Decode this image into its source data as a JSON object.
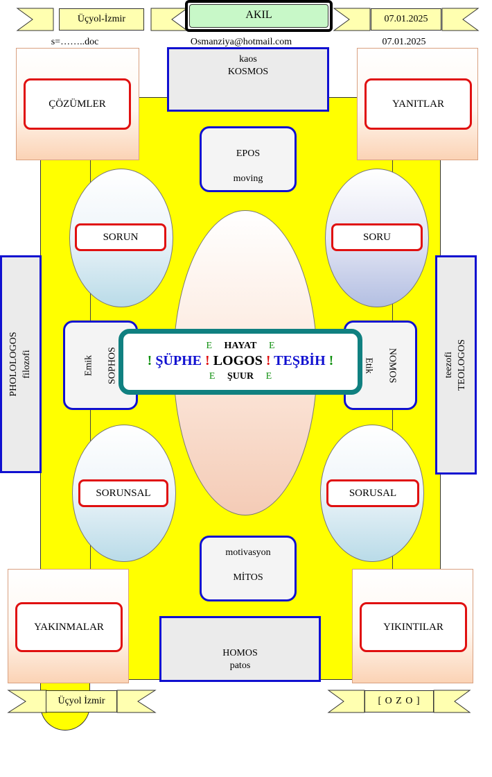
{
  "header": {
    "left_ribbon": "Üçyol-İzmir",
    "title": "AKIL",
    "right_ribbon": "07.01.2025",
    "file_name": "s=……..doc",
    "email": "Osmanziya@hotmail.com",
    "date": "07.01.2025"
  },
  "top_box": {
    "line1": "kaos",
    "line2": "KOSMOS"
  },
  "bottom_box": {
    "line1": "HOMOS",
    "line2": "patos"
  },
  "corners": {
    "top_left": "ÇÖZÜMLER",
    "top_right": "YANITLAR",
    "bottom_left": "YAKINMALAR",
    "bottom_right": "YIKINTILAR"
  },
  "epos_box": {
    "line1": "EPOS",
    "line2": "moving"
  },
  "mitos_box": {
    "line1": "motivasyon",
    "line2": "MİTOS"
  },
  "ovals": {
    "top_left": "SORUN",
    "top_right": "SORU",
    "bottom_left": "SORUNSAL",
    "bottom_right": "SORUSAL"
  },
  "side_left": {
    "line1": "PHOLOLOGOS",
    "line2": "filozofi"
  },
  "side_right": {
    "line1": "teezofi",
    "line2": "TEOLOGOS"
  },
  "inner_left": {
    "line1": "Emik",
    "line2": "SOPHOS"
  },
  "inner_right": {
    "line1": "NOMOS",
    "line2": "Etik"
  },
  "center": {
    "e_mark": "E",
    "top_word": "HAYAT",
    "bottom_word": "ŞUUR",
    "excl": "!",
    "word1": "ŞÜPHE",
    "word2": "LOGOS",
    "word3": "TEŞBİH"
  },
  "footer": {
    "left_ribbon": "Üçyol İzmir",
    "right_ribbon": "[ O Z O ]"
  },
  "colors": {
    "yellow_field": "#ffff00",
    "blue_border": "#1010d0",
    "red_border": "#e01010",
    "teal_border": "#108080",
    "green_text": "#109010",
    "title_green": "#c8f8c8"
  }
}
